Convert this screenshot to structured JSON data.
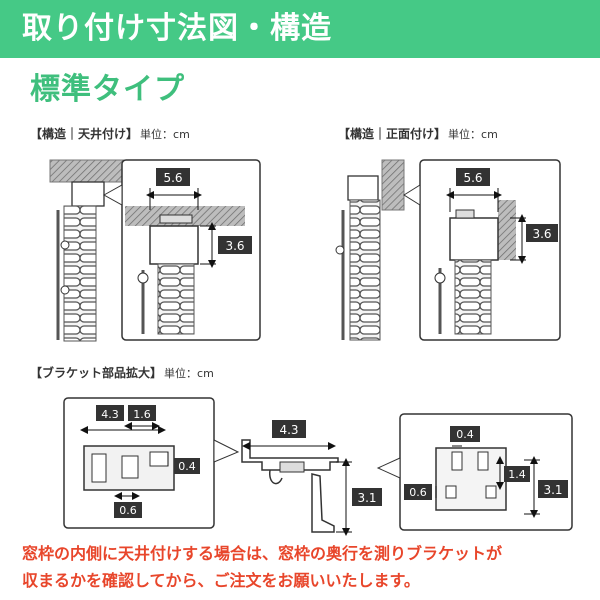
{
  "header": {
    "title": "取り付け寸法図・構造",
    "subtitle": "標準タイプ"
  },
  "sections": {
    "ceiling": {
      "label": "【構造｜天井付け】",
      "unit": "単位：cm"
    },
    "front": {
      "label": "【構造｜正面付け】",
      "unit": "単位：cm"
    },
    "bracket": {
      "label": "【ブラケット部品拡大】",
      "unit": "単位：cm"
    }
  },
  "dimensions": {
    "ceiling_width": "5.6",
    "ceiling_height": "3.6",
    "front_width": "5.6",
    "front_height": "3.6",
    "bracket_left_width": "4.3",
    "bracket_left_inner": "1.6",
    "bracket_left_side": "0.4",
    "bracket_left_bottom": "0.6",
    "bracket_center_width": "4.3",
    "bracket_center_height": "3.1",
    "bracket_right_top": "0.4",
    "bracket_right_inner": "1.4",
    "bracket_right_left": "0.6",
    "bracket_right_height": "3.1"
  },
  "notes": {
    "line1": "窓枠の内側に天井付けする場合は、窓枠の奥行を測りブラケットが",
    "line2": "収まるかを確認してから、ご注文をお願いいたします。"
  },
  "colors": {
    "banner": "#45c986",
    "accent_text": "#3fbf7d",
    "note_text": "#e8462b",
    "label_bg": "#333333"
  }
}
